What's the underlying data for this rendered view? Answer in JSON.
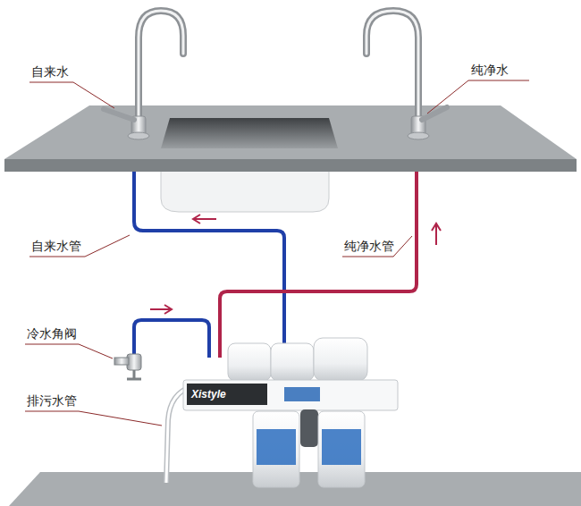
{
  "diagram": {
    "labels": [
      "自来水",
      "纯净水",
      "自来水管",
      "纯净水管",
      "冷水角阀",
      "排污水管",
      "Xistyle"
    ]
  }
}
